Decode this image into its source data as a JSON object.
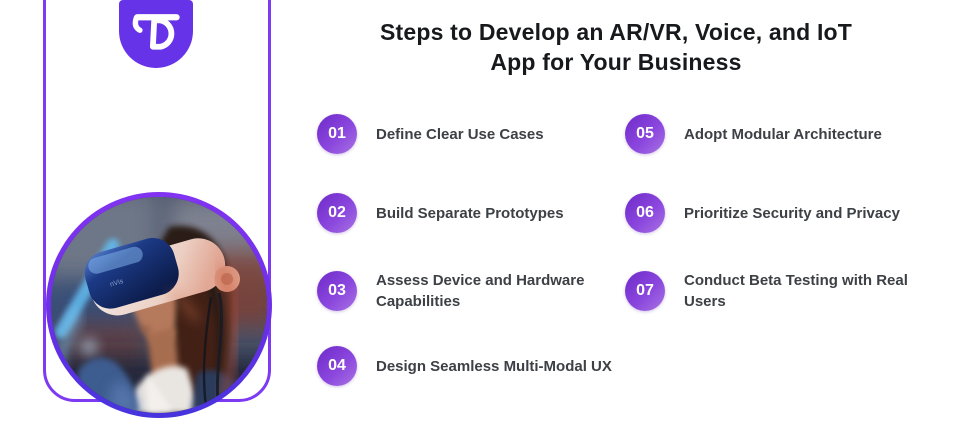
{
  "header": {
    "title_line1": "Steps to Develop an AR/VR, Voice, and IoT",
    "title_line2": "App for Your Business"
  },
  "brand": {
    "monogram": "TD"
  },
  "steps": [
    {
      "number": "01",
      "label": "Define Clear Use Cases"
    },
    {
      "number": "02",
      "label": "Build Separate Prototypes"
    },
    {
      "number": "03",
      "label": "Assess Device and Hardware Capabilities"
    },
    {
      "number": "04",
      "label": "Design Seamless Multi-Modal UX"
    },
    {
      "number": "05",
      "label": "Adopt Modular Architecture"
    },
    {
      "number": "06",
      "label": "Prioritize Security and Privacy"
    },
    {
      "number": "07",
      "label": "Conduct Beta Testing with Real Users"
    }
  ],
  "photo": {
    "description": "Person wearing a VR headset"
  },
  "colors": {
    "accent_violet": "#6633e8",
    "panel_border": "#7d3af2",
    "step_gradient_start": "#6f2ac9",
    "step_gradient_end": "#a873e3",
    "ring_gradient_top": "#8133f0",
    "ring_gradient_bottom": "#4634dd",
    "title_text": "#17191c",
    "label_text": "#3d4145"
  }
}
